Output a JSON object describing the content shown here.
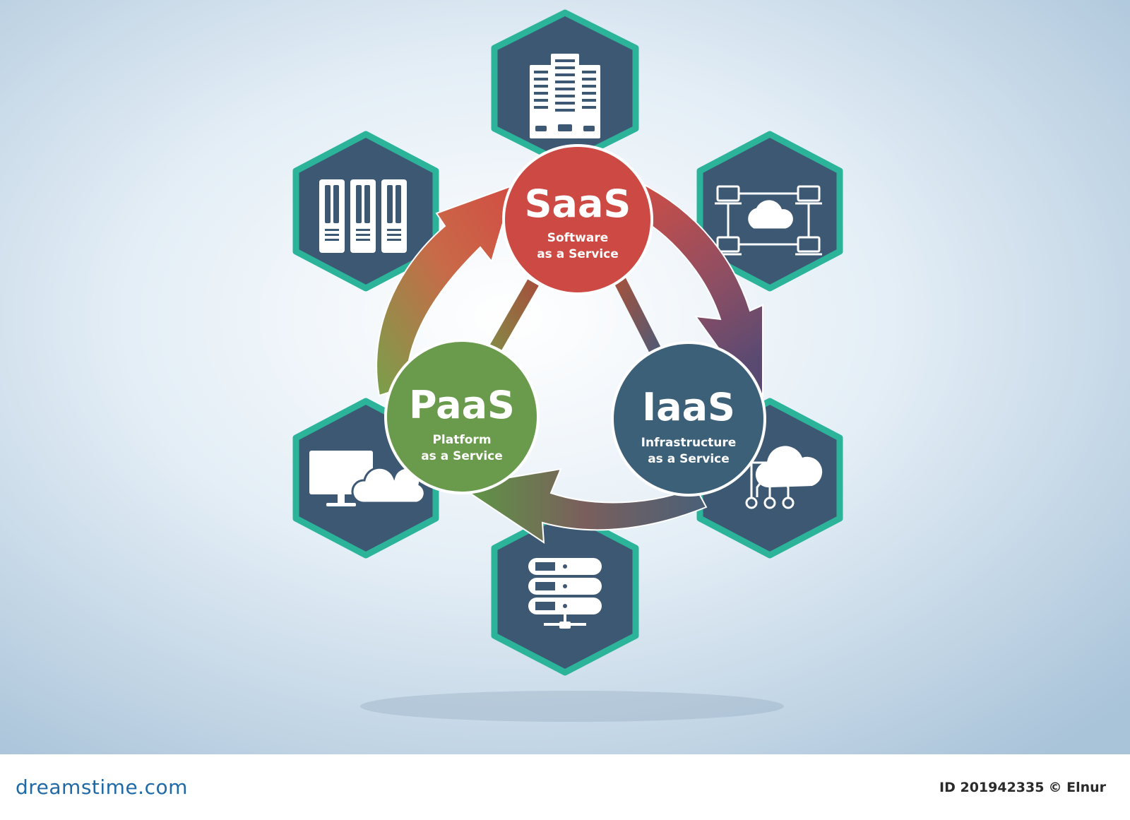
{
  "nodes": [
    {
      "id": "saas",
      "acronym": "SaaS",
      "line1": "Software",
      "line2": "as a Service",
      "color": "#cd4a44"
    },
    {
      "id": "paas",
      "acronym": "PaaS",
      "line1": "Platform",
      "line2": "as a Service",
      "color": "#6a9a4c"
    },
    {
      "id": "iaas",
      "acronym": "IaaS",
      "line1": "Infrastructure",
      "line2": "as a Service",
      "color": "#3d6079"
    }
  ],
  "hexagons": [
    {
      "id": "top",
      "icon": "server-building-icon"
    },
    {
      "id": "upper-left",
      "icon": "server-racks-icon"
    },
    {
      "id": "upper-right",
      "icon": "network-cloud-icon"
    },
    {
      "id": "lower-left",
      "icon": "monitor-cloud-icon"
    },
    {
      "id": "lower-right",
      "icon": "cloud-circuit-icon"
    },
    {
      "id": "bottom",
      "icon": "database-server-icon"
    }
  ],
  "colors": {
    "hex_fill": "#3d5873",
    "hex_border": "#2bb49a",
    "background": "#dce9f3",
    "saas": "#cd4a44",
    "paas": "#6a9a4c",
    "iaas": "#3d6079"
  },
  "watermark": {
    "brand": "dreamstime.com",
    "id_label": "ID 201942335",
    "author": "© Elnur"
  }
}
